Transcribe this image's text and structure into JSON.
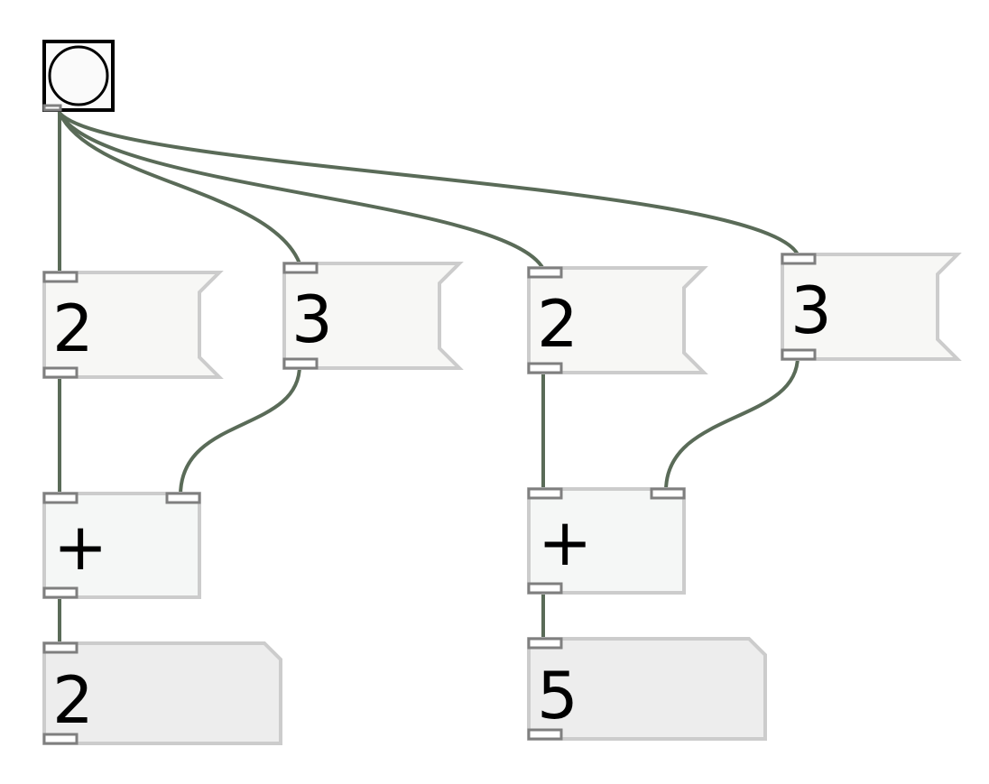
{
  "patch": {
    "bang": {
      "label": ""
    },
    "messages": [
      {
        "id": "msg-left-a",
        "text": "2"
      },
      {
        "id": "msg-left-b",
        "text": "3"
      },
      {
        "id": "msg-right-a",
        "text": "2"
      },
      {
        "id": "msg-right-b",
        "text": "3"
      }
    ],
    "objects": [
      {
        "id": "add-left",
        "text": "+"
      },
      {
        "id": "add-right",
        "text": "+"
      }
    ],
    "numbers": [
      {
        "id": "number-left",
        "value": "2"
      },
      {
        "id": "number-right",
        "value": "5"
      }
    ]
  },
  "colors": {
    "cord": "#5a6b58",
    "box_border": "#cccccc",
    "message_fill": "#f7f7f5",
    "object_fill": "#f5f7f6",
    "number_fill": "#ededed",
    "inlet": "#7f7f7f",
    "bang_border": "#000000",
    "bang_fill": "#fafafa"
  }
}
